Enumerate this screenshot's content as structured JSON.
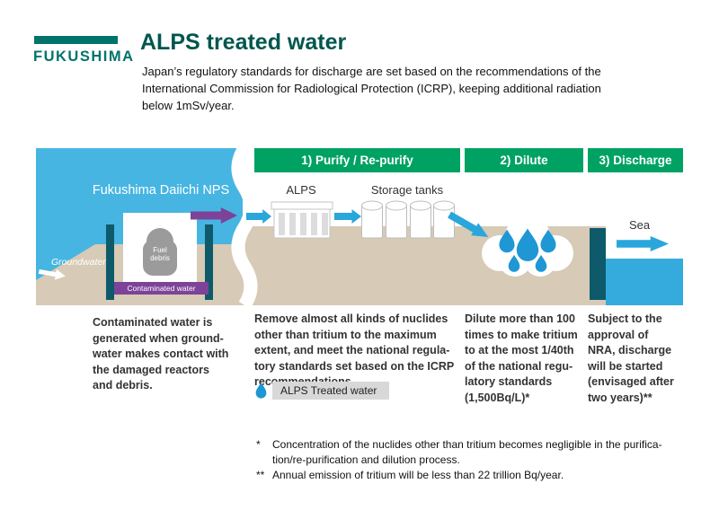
{
  "header": {
    "logo_text": "FUKUSHIMA",
    "title": "ALPS treated water",
    "subtitle": "Japan’s regulatory standards for discharge are set based on the recommendations of the\nInternational Commission for Radiological Protection (ICRP), keeping additional radiation\nbelow 1mSv/year."
  },
  "diagram": {
    "steps": [
      "1) Purify / Re-purify",
      "2) Dilute",
      "3) Discharge"
    ],
    "site_label": "Fukushima Daiichi NPS",
    "groundwater_label": "Groundwater",
    "fuel_debris_label": "Fuel debris",
    "contaminated_water_label": "Contaminated water",
    "alps_label": "ALPS",
    "storage_tanks_label": "Storage tanks",
    "sea_label": "Sea"
  },
  "descriptions": {
    "step0": "Contaminated water is\ngenerated when ground-\nwater makes contact with\nthe damaged reactors\nand debris.",
    "step1": "Remove almost all kinds of nuclides\nother than tritium to the maximum\nextent, and meet the national regula-\ntory standards set based on the ICRP\nrecommendations",
    "step2": "Dilute more than 100\ntimes to make tritium\nto at the most 1/40th\nof the national regu-\nlatory standards\n(1,500Bq/L)*",
    "step3": "Subject to the\napproval of\nNRA, discharge\nwill be started\n(envisaged after\ntwo years)**"
  },
  "legend": {
    "label": "ALPS Treated water"
  },
  "footnotes": [
    {
      "marker": "*",
      "text": "Concentration of the nuclides other than tritium becomes negligible in the purifica-\ntion/re-purification and dilution process."
    },
    {
      "marker": "**",
      "text": "Annual emission of tritium will be less than 22 trillion Bq/year."
    }
  ],
  "colors": {
    "brand_teal": "#00736b",
    "title_teal": "#00564e",
    "step_green": "#00a263",
    "water_blue": "#47b5e2",
    "ground_tan": "#d7cab6",
    "purple": "#7c4398",
    "wall_teal": "#0e5a6a",
    "arrow_blue": "#29a6dc",
    "debris_gray": "#9b9b9b"
  }
}
